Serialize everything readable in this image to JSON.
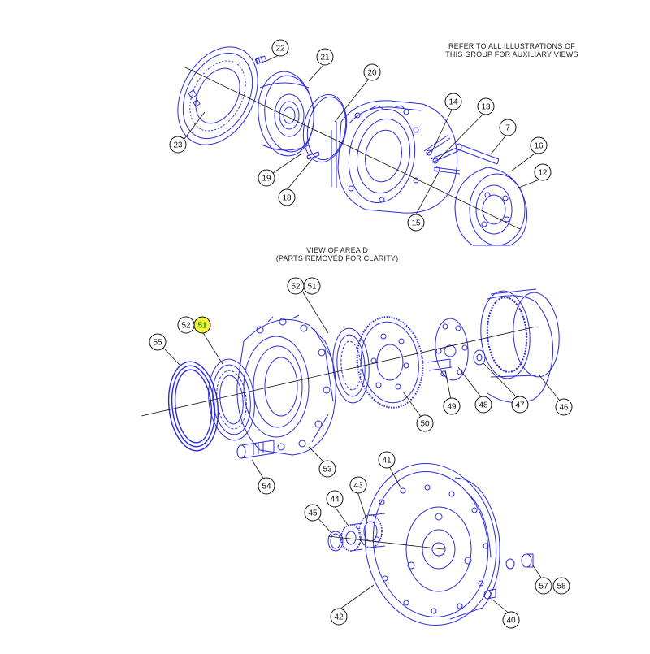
{
  "notes": {
    "refer_line1": "REFER TO ALL ILLUSTRATIONS OF",
    "refer_line2": "THIS GROUP FOR AUXILIARY VIEWS",
    "view_line1": "VIEW OF AREA D",
    "view_line2": "(PARTS REMOVED FOR CLARITY)"
  },
  "colors": {
    "drawing": "#2b2bdc",
    "leader": "#111111",
    "highlight_fill": "#f5f03a"
  },
  "callouts": [
    "22",
    "21",
    "20",
    "23",
    "19",
    "18",
    "14",
    "13",
    "7",
    "16",
    "12",
    "15",
    "52",
    "51",
    "52",
    "51",
    "55",
    "49",
    "48",
    "47",
    "46",
    "50",
    "53",
    "54",
    "41",
    "43",
    "44",
    "45",
    "42",
    "40",
    "57",
    "58"
  ],
  "highlighted_callout": "51"
}
